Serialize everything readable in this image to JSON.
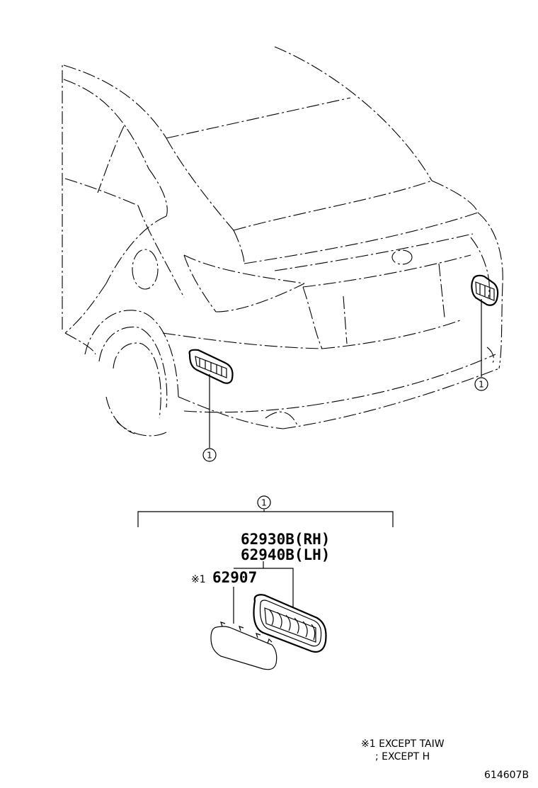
{
  "callouts": {
    "ref_1": "1"
  },
  "parts": {
    "grille_rh": "62930B(RH)",
    "grille_lh": "62940B(LH)",
    "cover": "62907",
    "cover_marker": "※1"
  },
  "notes": {
    "line1": "※1 EXCEPT TAIW",
    "line2": "; EXCEPT H"
  },
  "illustration_id": "614607B"
}
